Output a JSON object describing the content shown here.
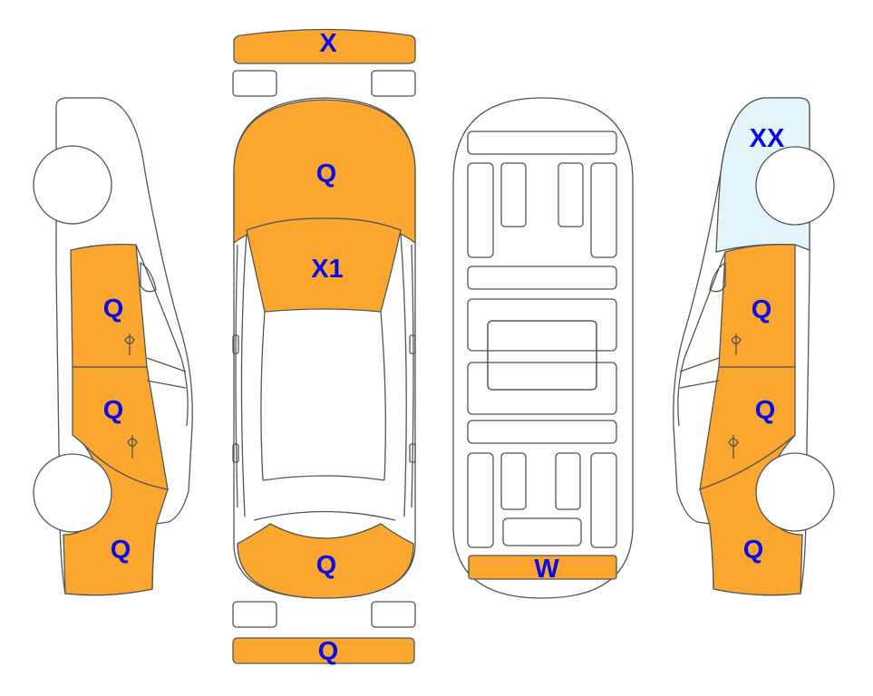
{
  "colors": {
    "damage": "#FBA72F",
    "light_damage": "#E3F5FA",
    "label": "#0A0AE6",
    "outline": "#555555",
    "body": "#FFFFFF"
  },
  "views": {
    "left_side": {
      "rear_door": "Q",
      "front_door": "Q",
      "front_fender": "Q"
    },
    "top": {
      "rear_bumper": "X",
      "trunk": "Q",
      "rear_window": "X1",
      "hood": "Q",
      "front_bumper": "Q"
    },
    "underbody": {
      "front_panel": "W"
    },
    "right_side": {
      "rear_quarter": "XX",
      "rear_door": "Q",
      "front_door": "Q",
      "front_fender": "Q"
    }
  }
}
